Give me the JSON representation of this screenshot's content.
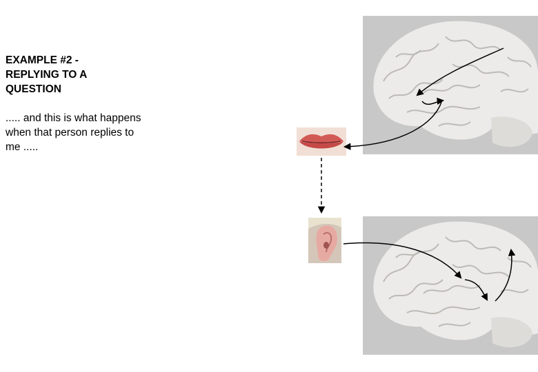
{
  "caption": {
    "heading": "EXAMPLE #2 -\nREPLYING TO A\nQUESTION",
    "body": "..... and this is what happens when that person replies to me ....."
  },
  "images": {
    "speaker_brain": "brain-image",
    "mouth": "lips-image",
    "ear": "ear-image",
    "listener_brain": "brain-image"
  },
  "colors": {
    "brain_panel_bg": "#c8c8c8",
    "brain_tissue": "#ecebe9",
    "brain_fold": "#bdbab6",
    "arrow": "#000000"
  }
}
